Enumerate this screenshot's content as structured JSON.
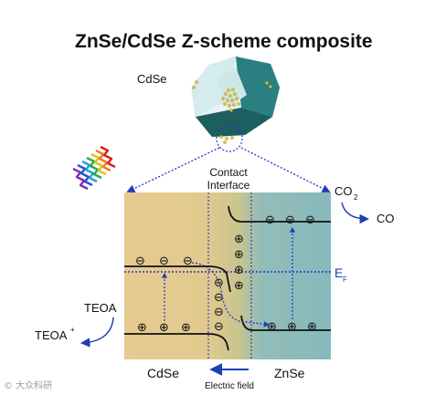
{
  "title": "ZnSe/CdSe Z-scheme composite",
  "cdse_particle_label": "CdSe",
  "contact_interface": [
    "Contact",
    "Interface"
  ],
  "co2_label": "CO",
  "co2_subscript": "2",
  "co_label": "CO",
  "teoa_label": "TEOA",
  "teoa_plus_label": "TEOA",
  "teoa_plus_sup": "+",
  "fermi_label": "E",
  "fermi_subscript": "F",
  "cdse_region_label": "CdSe",
  "znse_region_label": "ZnSe",
  "electric_field_label": "Electric field",
  "electron_symbol": "⊖",
  "hole_symbol": "⊕",
  "watermark": "© 大众科研",
  "colors": {
    "cdse_region": "#e4c98f",
    "znse_region": "#88bcbf",
    "dotted_line": "#2233cc",
    "arrow_blue": "#1f3fb5"
  }
}
